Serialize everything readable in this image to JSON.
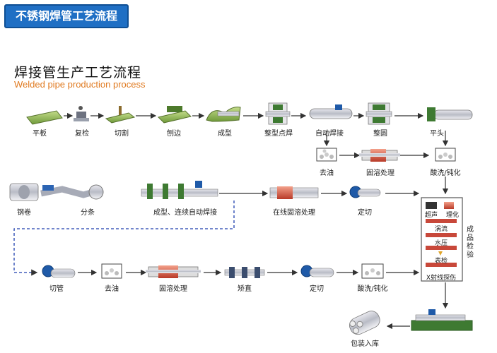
{
  "header": {
    "badge": "不锈钢焊管工艺流程"
  },
  "title": {
    "cn": "焊接管生产工艺流程",
    "en": "Welded pipe production process"
  },
  "steps": {
    "row1": [
      "平板",
      "复检",
      "切割",
      "刨边",
      "成型",
      "整型点焊",
      "自动焊接",
      "整圆",
      "平头"
    ],
    "row2": [
      "去油",
      "固溶处理",
      "酸洗/钝化"
    ],
    "row3": [
      "钢卷",
      "分条",
      "成型、连续自动焊接",
      "在线固溶处理",
      "定切"
    ],
    "row4": [
      "切管",
      "去油",
      "固溶处理",
      "矫直",
      "定切",
      "酸洗/钝化"
    ],
    "inspection": {
      "title": "成品检验",
      "items": [
        "超声",
        "理化",
        "涡流",
        "水压",
        "表检",
        "X射线探伤"
      ]
    },
    "pack": "包装入库"
  },
  "colors": {
    "accent": "#1f6fc4",
    "arrow": "#333333",
    "dashed_line": "#1e3fae"
  }
}
